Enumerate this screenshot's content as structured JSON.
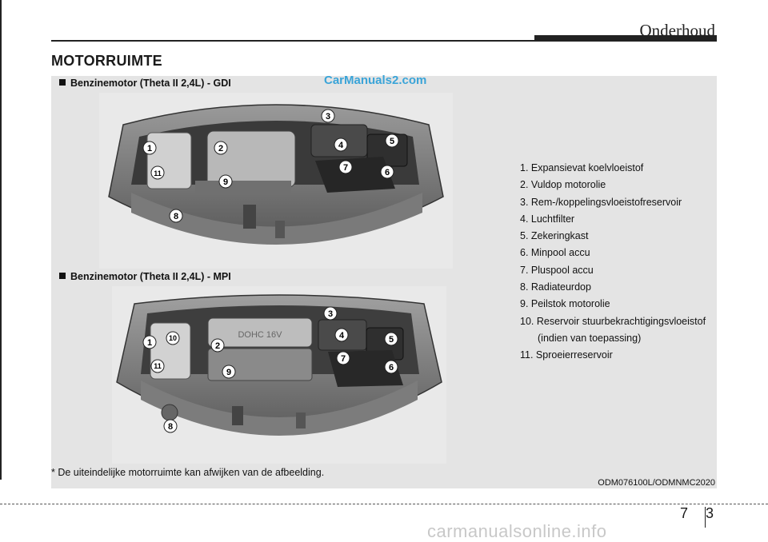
{
  "header": {
    "chapter": "Onderhoud"
  },
  "section_title": "MOTORRUIMTE",
  "engines": [
    {
      "label": "Benzinemotor (Theta II 2,4L) - GDI",
      "callouts": [
        "1",
        "2",
        "3",
        "4",
        "5",
        "6",
        "7",
        "8",
        "9",
        "11"
      ]
    },
    {
      "label": "Benzinemotor (Theta II 2,4L) - MPI",
      "callouts": [
        "1",
        "2",
        "3",
        "4",
        "5",
        "6",
        "7",
        "8",
        "9",
        "10",
        "11"
      ]
    }
  ],
  "engine_cover_text": "DOHC 16V",
  "watermark": "CarManuals2.com",
  "legend": [
    "1. Expansievat koelvloeistof",
    "2. Vuldop motorolie",
    "3. Rem-/koppelingsvloeistofreservoir",
    "4. Luchtfilter",
    "5. Zekeringkast",
    "6. Minpool accu",
    "7. Pluspool accu",
    "8. Radiateurdop",
    "9. Peilstok motorolie",
    "10. Reservoir stuurbekrachtigingsvloeistof",
    "(indien van toepassing)",
    "11. Sproeierreservoir"
  ],
  "footnote": "* De uiteindelijke motorruimte kan afwijken van de afbeelding.",
  "image_code": "ODM076100L/ODMNMC2020",
  "page": {
    "chapter_no": "7",
    "page_no": "3"
  },
  "site_watermark": "carmanualsonline.info",
  "colors": {
    "panel_bg": "#e4e4e4",
    "callout_bg": "#ffffff",
    "callout_fg": "#111111",
    "watermark": "#3aa4d8"
  }
}
